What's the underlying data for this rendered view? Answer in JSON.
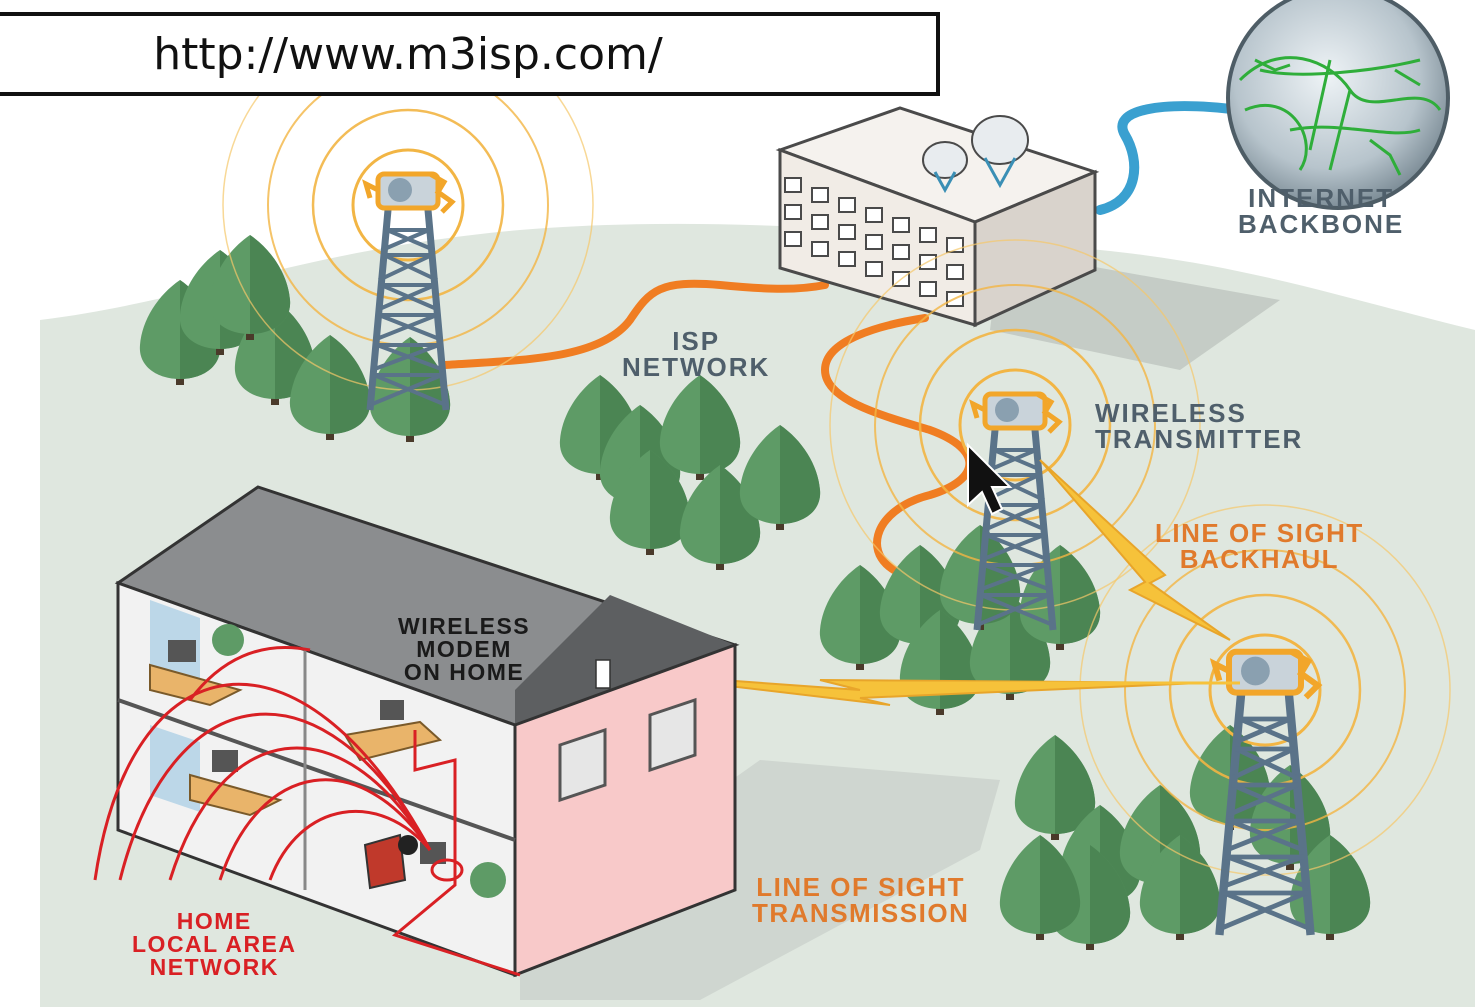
{
  "url": "http://www.m3isp.com/",
  "labels": {
    "internet_backbone": [
      "INTERNET",
      "BACKBONE"
    ],
    "isp_network": [
      "ISP",
      "NETWORK"
    ],
    "wireless_transmitter": [
      "WIRELESS",
      "TRANSMITTER"
    ],
    "line_of_sight_backhaul": [
      "LINE OF SIGHT",
      "BACKHAUL"
    ],
    "wireless_modem": [
      "WIRELESS",
      "MODEM",
      "ON HOME"
    ],
    "line_of_sight_transmission": [
      "LINE OF SIGHT",
      "TRANSMISSION"
    ],
    "home_lan": [
      "HOME",
      "LOCAL AREA",
      "NETWORK"
    ]
  },
  "colors": {
    "ground": "#dfe7df",
    "tree": "#5e9b66",
    "tower": "#5a7389",
    "radio_ring": "#f2b544",
    "cable": "#f07d22",
    "backbone_cable": "#3aa0d0",
    "lan_wave": "#d92024",
    "beam": "#f6c23a",
    "label_gray": "#4f5f6b",
    "label_orange": "#e07a2c",
    "label_red": "#d92024"
  }
}
